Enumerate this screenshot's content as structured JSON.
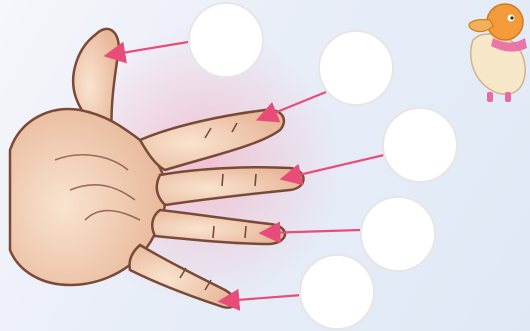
{
  "scene": {
    "title": "",
    "colors": {
      "background_light": "#f6f6fb",
      "background_blue": "#dfe9f6",
      "glow_pink": "#ff6e8c",
      "skin_light": "#f7dcc4",
      "skin_shade": "#e9b79c",
      "line_ink": "#7a4a38",
      "arrow_pink": "#e84d7a",
      "answer_circle_fill": "#ffffff",
      "answer_circle_border": "#e6e6e6",
      "mascot_orange": "#f39a3a",
      "mascot_cream": "#f5e7c8",
      "mascot_pink": "#e86aa4"
    },
    "answer_circles": [
      {
        "finger": "thumb",
        "label": ""
      },
      {
        "finger": "index",
        "label": ""
      },
      {
        "finger": "middle",
        "label": ""
      },
      {
        "finger": "ring",
        "label": ""
      },
      {
        "finger": "pinky",
        "label": ""
      }
    ],
    "icons": {
      "hand": "hand-illustration",
      "mascot": "bird-mascot"
    }
  }
}
